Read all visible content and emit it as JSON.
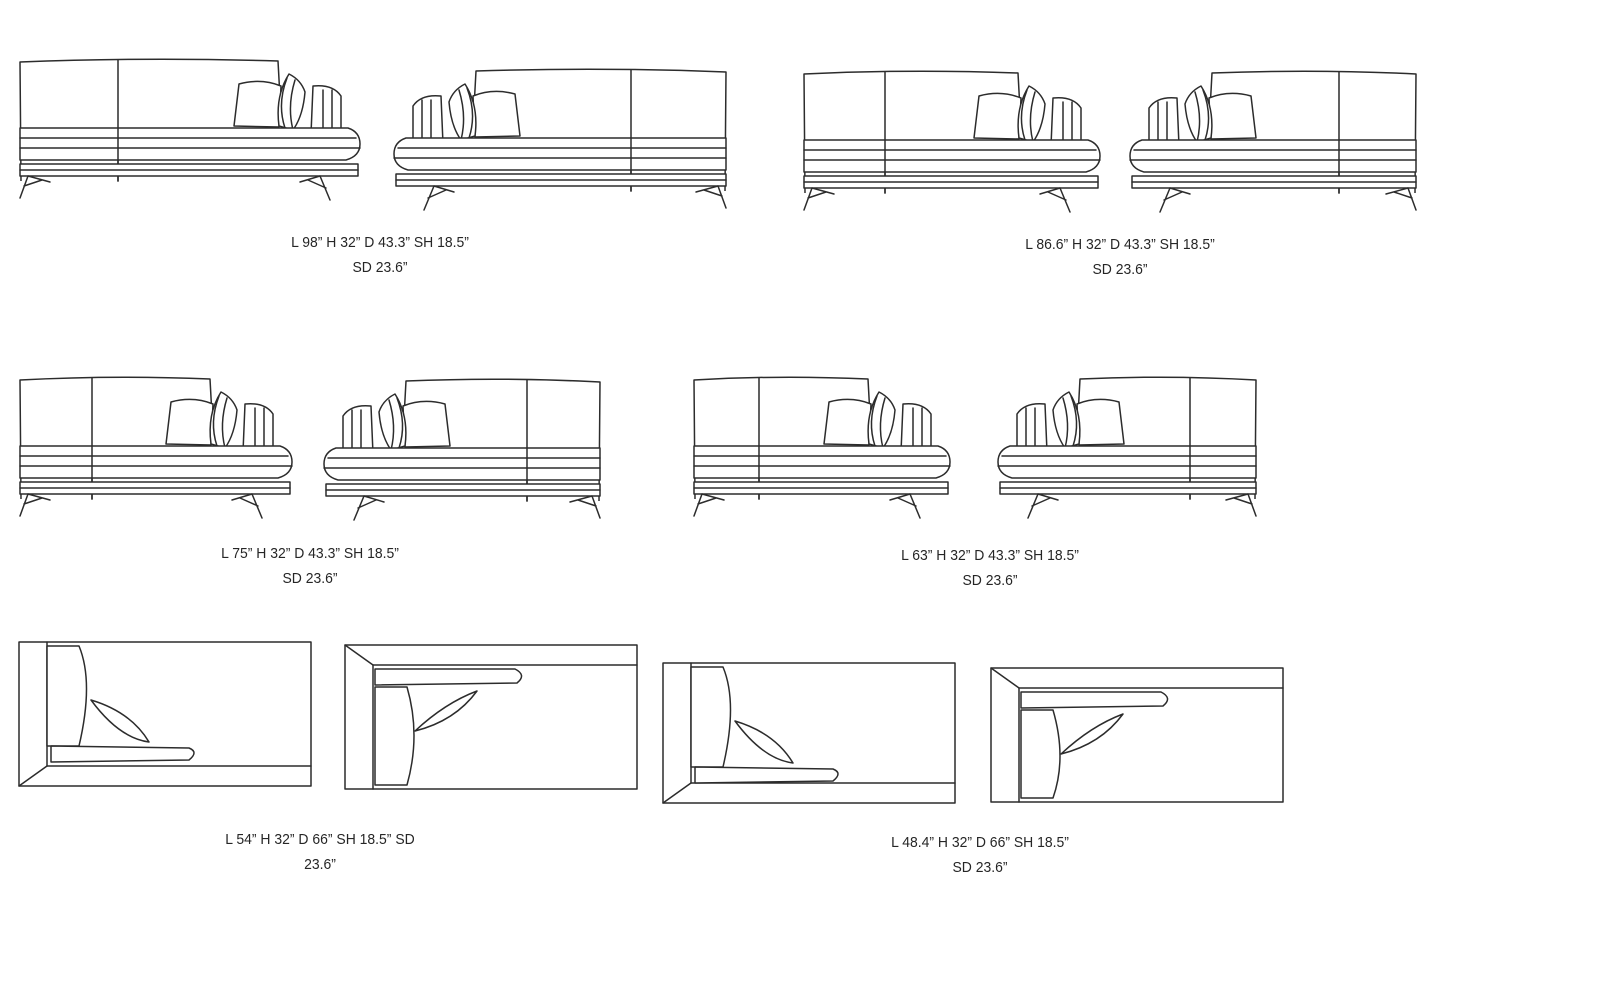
{
  "dimensions": [
    {
      "line1": "L 98” H 32” D 43.3” SH 18.5”",
      "line2": "SD 23.6”"
    },
    {
      "line1": "L 86.6” H 32” D 43.3” SH 18.5”",
      "line2": "SD 23.6”"
    },
    {
      "line1": "L 75” H 32” D 43.3” SH 18.5”",
      "line2": "SD 23.6”"
    },
    {
      "line1": "L 63” H 32” D 43.3” SH 18.5”",
      "line2": "SD 23.6”"
    },
    {
      "line1": "L 54” H 32” D 66” SH 18.5” SD",
      "line2": "23.6”"
    },
    {
      "line1": "L 48.4” H 32” D 66” SH 18.5”",
      "line2": "SD 23.6”"
    }
  ],
  "modules": [
    {
      "view": "front",
      "side": "arm-right",
      "seats": 2,
      "dim": 0
    },
    {
      "view": "front",
      "side": "arm-left",
      "seats": 2,
      "dim": 0
    },
    {
      "view": "front",
      "side": "arm-right",
      "seats": 2,
      "dim": 1
    },
    {
      "view": "front",
      "side": "arm-left",
      "seats": 2,
      "dim": 1
    },
    {
      "view": "front",
      "side": "arm-right",
      "seats": 2,
      "dim": 2
    },
    {
      "view": "front",
      "side": "arm-left",
      "seats": 2,
      "dim": 2
    },
    {
      "view": "front",
      "side": "arm-right",
      "seats": 2,
      "dim": 3
    },
    {
      "view": "front",
      "side": "arm-left",
      "seats": 2,
      "dim": 3
    },
    {
      "view": "plan",
      "side": "back-left",
      "dim": 4
    },
    {
      "view": "plan",
      "side": "back-top",
      "dim": 4
    },
    {
      "view": "plan",
      "side": "back-left",
      "dim": 5
    },
    {
      "view": "plan",
      "side": "back-top",
      "dim": 5
    }
  ]
}
